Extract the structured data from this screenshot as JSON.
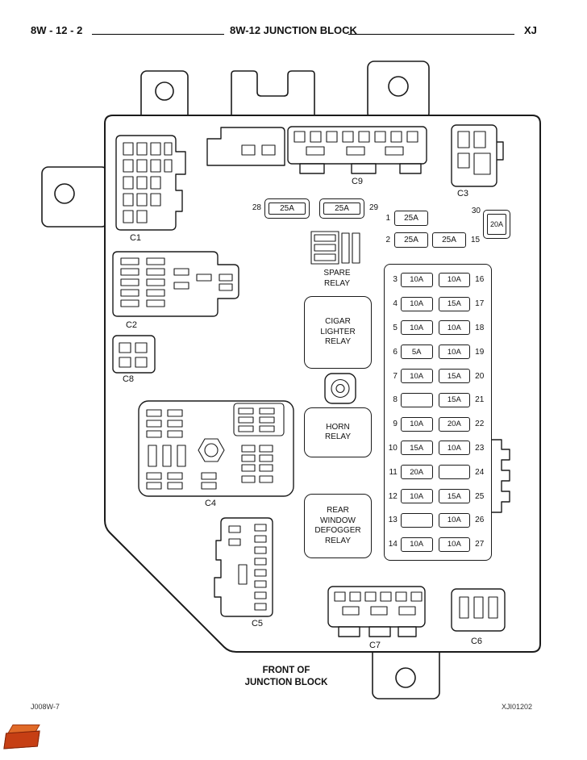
{
  "header": {
    "page_ref": "8W - 12 - 2",
    "title": "8W-12 JUNCTION BLOCK",
    "model": "XJ"
  },
  "footer": {
    "left_code": "J008W-7",
    "right_code": "XJI01202"
  },
  "diagram": {
    "front_label": {
      "line1": "FRONT OF",
      "line2": "JUNCTION BLOCK"
    },
    "connectors": {
      "c1": "C1",
      "c2": "C2",
      "c3": "C3",
      "c4": "C4",
      "c5": "C5",
      "c6": "C6",
      "c7": "C7",
      "c8": "C8",
      "c9": "C9"
    },
    "relays": {
      "spare": {
        "line1": "SPARE",
        "line2": "RELAY"
      },
      "cigar": {
        "line1": "CIGAR",
        "line2": "LIGHTER",
        "line3": "RELAY"
      },
      "horn": {
        "line1": "HORN",
        "line2": "RELAY"
      },
      "defogger": {
        "line1": "REAR",
        "line2": "WINDOW",
        "line3": "DEFOGGER",
        "line4": "RELAY"
      }
    },
    "top_fuses": {
      "f28": {
        "num": "28",
        "value": "25A"
      },
      "f29": {
        "num": "29",
        "value": "25A"
      },
      "f30": {
        "num": "30",
        "value": "20A"
      }
    },
    "row1": {
      "left_num": "1",
      "slot1": "25A"
    },
    "row2": {
      "left_num": "2",
      "slot1": "25A",
      "slot2": "25A",
      "right_num": "15"
    },
    "fuse_rows": [
      {
        "left_num": "3",
        "slot1": "10A",
        "slot2": "10A",
        "right_num": "16"
      },
      {
        "left_num": "4",
        "slot1": "10A",
        "slot2": "15A",
        "right_num": "17"
      },
      {
        "left_num": "5",
        "slot1": "10A",
        "slot2": "10A",
        "right_num": "18"
      },
      {
        "left_num": "6",
        "slot1": "5A",
        "slot2": "10A",
        "right_num": "19"
      },
      {
        "left_num": "7",
        "slot1": "10A",
        "slot2": "15A",
        "right_num": "20"
      },
      {
        "left_num": "8",
        "slot1": "",
        "slot2": "15A",
        "right_num": "21"
      },
      {
        "left_num": "9",
        "slot1": "10A",
        "slot2": "20A",
        "right_num": "22"
      },
      {
        "left_num": "10",
        "slot1": "15A",
        "slot2": "10A",
        "right_num": "23"
      },
      {
        "left_num": "11",
        "slot1": "20A",
        "slot2": "",
        "right_num": "24"
      },
      {
        "left_num": "12",
        "slot1": "10A",
        "slot2": "15A",
        "right_num": "25"
      },
      {
        "left_num": "13",
        "slot1": "",
        "slot2": "10A",
        "right_num": "26"
      },
      {
        "left_num": "14",
        "slot1": "10A",
        "slot2": "10A",
        "right_num": "27"
      }
    ]
  }
}
